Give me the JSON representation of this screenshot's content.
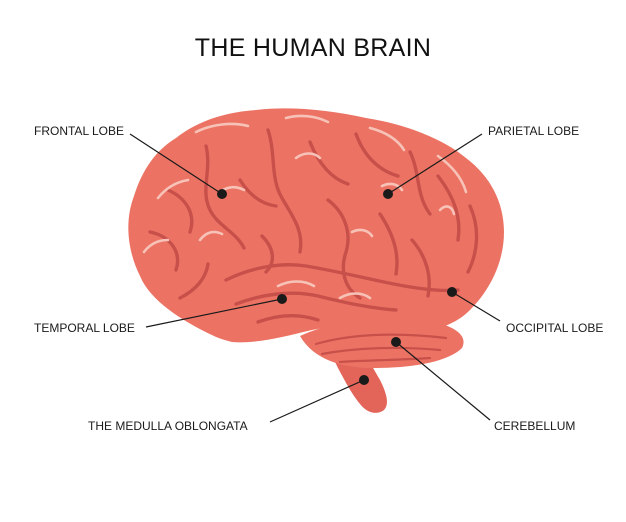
{
  "title": "THE HUMAN BRAIN",
  "labels": {
    "frontal_lobe": "FRONTAL LOBE",
    "parietal_lobe": "PARIETAL LOBE",
    "temporal_lobe": "TEMPORAL LOBE",
    "occipital_lobe": "OCCIPITAL LOBE",
    "medulla_oblongata": "THE MEDULLA OBLONGATA",
    "cerebellum": "CEREBELLUM"
  },
  "colors": {
    "brain_fill": "#ec7364",
    "brain_shadow": "#c8504a",
    "brain_highlight": "#f7c3b8",
    "stem_fill": "#e3655a",
    "leader_line": "#1a1a1a",
    "background": "#ffffff"
  }
}
